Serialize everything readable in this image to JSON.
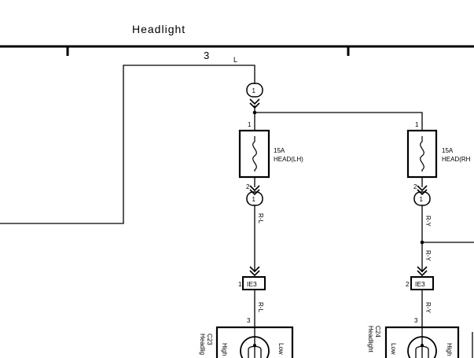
{
  "header": {
    "title": "Headlight",
    "bus_number": "3",
    "bus_wire_color": "L"
  },
  "junctions": {
    "top_pin": "1",
    "lh_bottom_pin": "1",
    "rh_bottom_pin": "1"
  },
  "fuse_lh": {
    "pin_top": "1",
    "pin_bottom": "2",
    "rating": "15A",
    "name": "HEAD(LH)"
  },
  "fuse_rh": {
    "pin_top": "1",
    "pin_bottom": "2",
    "rating": "15A",
    "name": "HEAD(RH"
  },
  "wires": {
    "lh_color_1": "R-L",
    "lh_color_2": "R-L",
    "rh_color_1": "R-Y",
    "rh_color_2": "R-Y",
    "rh_color_3": "R-Y"
  },
  "connectors": {
    "lh": {
      "pin": "1",
      "label": "IE3"
    },
    "rh": {
      "pin": "2",
      "label": "IE3"
    }
  },
  "headlight_lh": {
    "code": "C23",
    "name": "Headlig",
    "pin": "3",
    "high": "High",
    "low": "Low"
  },
  "headlight_rh": {
    "code": "C24",
    "name": "Headlight",
    "pin": "3",
    "high": "High",
    "low": "Low"
  }
}
